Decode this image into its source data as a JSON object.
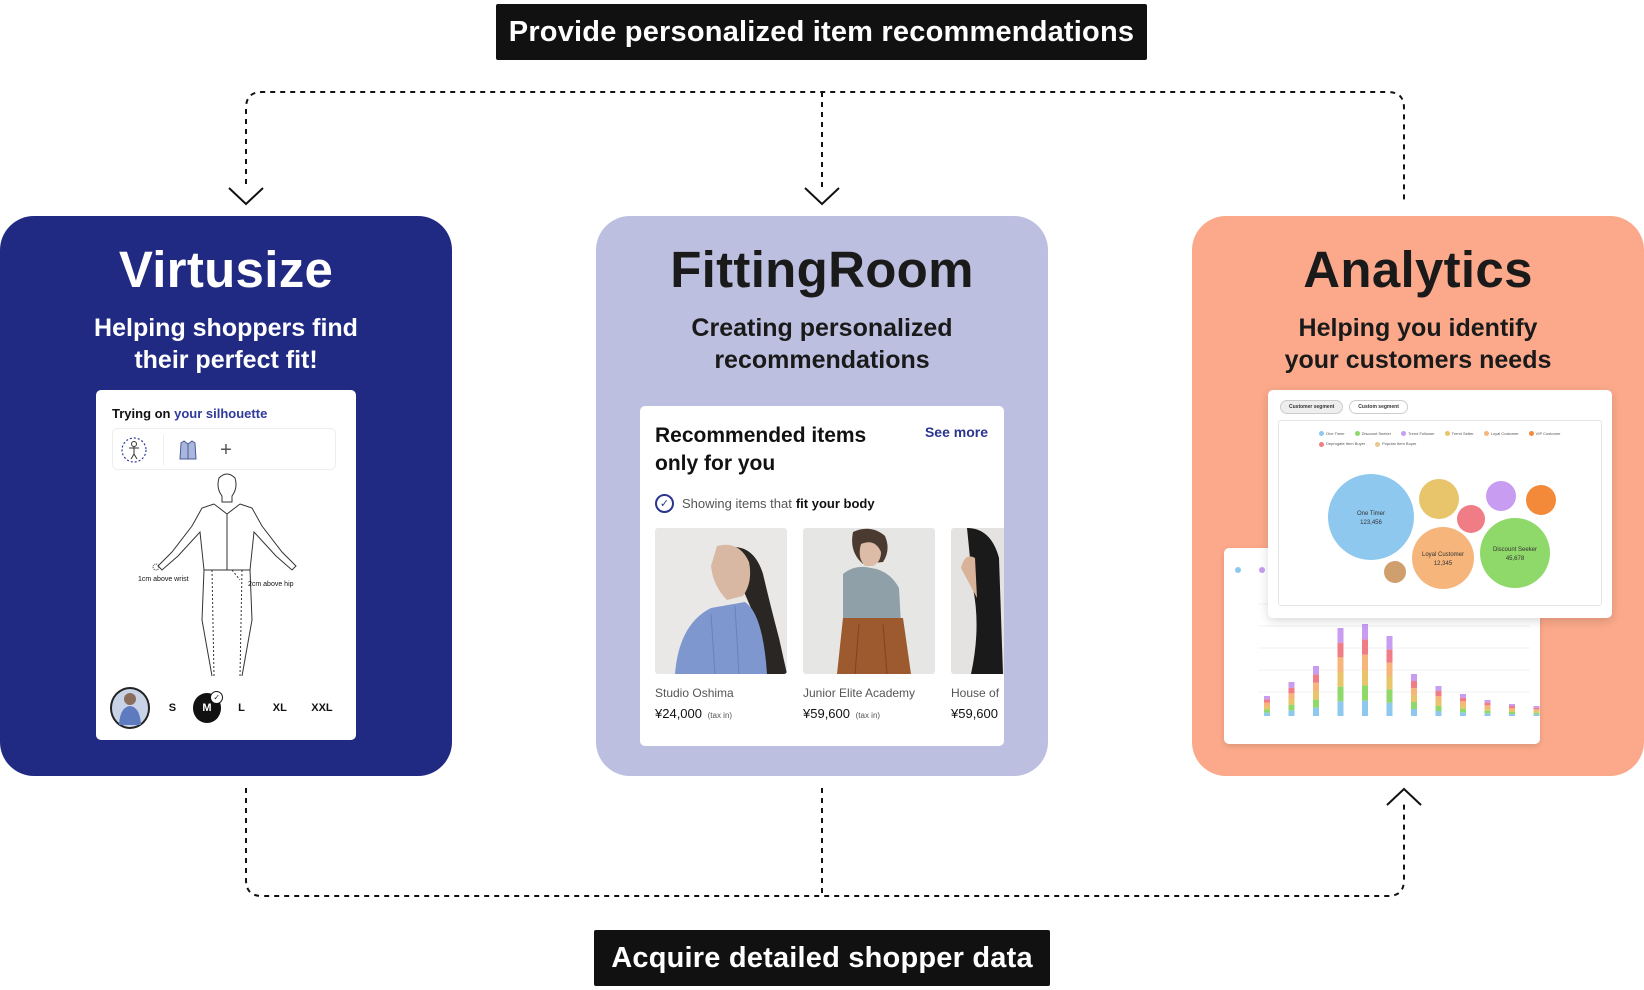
{
  "banners": {
    "top": "Provide personalized item recommendations",
    "bottom": "Acquire detailed shopper data"
  },
  "cards": {
    "virtusize": {
      "title": "Virtusize",
      "subtitle_line1": "Helping shoppers find",
      "subtitle_line2": "their perfect fit!",
      "color": "#212a82"
    },
    "fitting": {
      "title": "FittingRoom",
      "subtitle_line1": "Creating personalized",
      "subtitle_line2": "recommendations",
      "color": "#bcbfdf"
    },
    "analytics": {
      "title": "Analytics",
      "subtitle_line1": "Helping you identify",
      "subtitle_line2": "your customers needs",
      "color": "#fba98a"
    }
  },
  "virtusize_widget": {
    "header_prefix": "Trying on",
    "header_highlight": "your silhouette",
    "note_wrist": "1cm above wrist",
    "note_hip": "2cm above hip",
    "sizes": [
      "S",
      "M",
      "L",
      "XL",
      "XXL"
    ],
    "selected_size": "M",
    "icons": [
      "silhouette-icon",
      "shirt-icon",
      "plus-icon"
    ]
  },
  "fitting_widget": {
    "title": "Recommended items only for you",
    "see_more": "See more",
    "check_prefix": "Showing items that",
    "check_bold": "fit your body",
    "tax_note": "(tax in)",
    "items": [
      {
        "brand": "Studio Oshima",
        "price": "¥24,000"
      },
      {
        "brand": "Junior Elite Academy",
        "price": "¥59,600"
      },
      {
        "brand": "House of",
        "price": "¥59,600"
      }
    ]
  },
  "analytics_widget": {
    "tabs": [
      "Customer segment",
      "Custom segment"
    ],
    "legend": [
      {
        "label": "One Timer",
        "color": "#8ec8ef"
      },
      {
        "label": "Discount Seeker",
        "color": "#8fd96b"
      },
      {
        "label": "Trend Follower",
        "color": "#c89cf0"
      },
      {
        "label": "Trend Setter",
        "color": "#e8c46a"
      },
      {
        "label": "Loyal Customer",
        "color": "#f6b57a"
      },
      {
        "label": "VIP Customer",
        "color": "#f28a3a"
      },
      {
        "label": "Deprogate Item Buyer",
        "color": "#f07c86"
      },
      {
        "label": "Popular Item Buyer",
        "color": "#e6c98a"
      }
    ],
    "bubbles": [
      {
        "label": "One Timer",
        "value": "123,456"
      },
      {
        "label": "Loyal Customer",
        "value": "12,345"
      },
      {
        "label": "Discount Seeker",
        "value": "45,678"
      }
    ]
  }
}
